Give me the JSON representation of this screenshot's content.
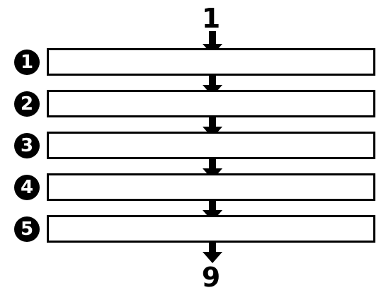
{
  "start_label": "1",
  "end_label": "9",
  "steps": [
    {
      "number": "1",
      "text": ""
    },
    {
      "number": "2",
      "text": ""
    },
    {
      "number": "3",
      "text": ""
    },
    {
      "number": "4",
      "text": ""
    },
    {
      "number": "5",
      "text": ""
    }
  ],
  "colors": {
    "stroke": "#000000",
    "fill": "#ffffff"
  },
  "icons": {
    "flow_arrow": "down-arrow-icon",
    "step_marker": "filled-circle-number-icon"
  }
}
